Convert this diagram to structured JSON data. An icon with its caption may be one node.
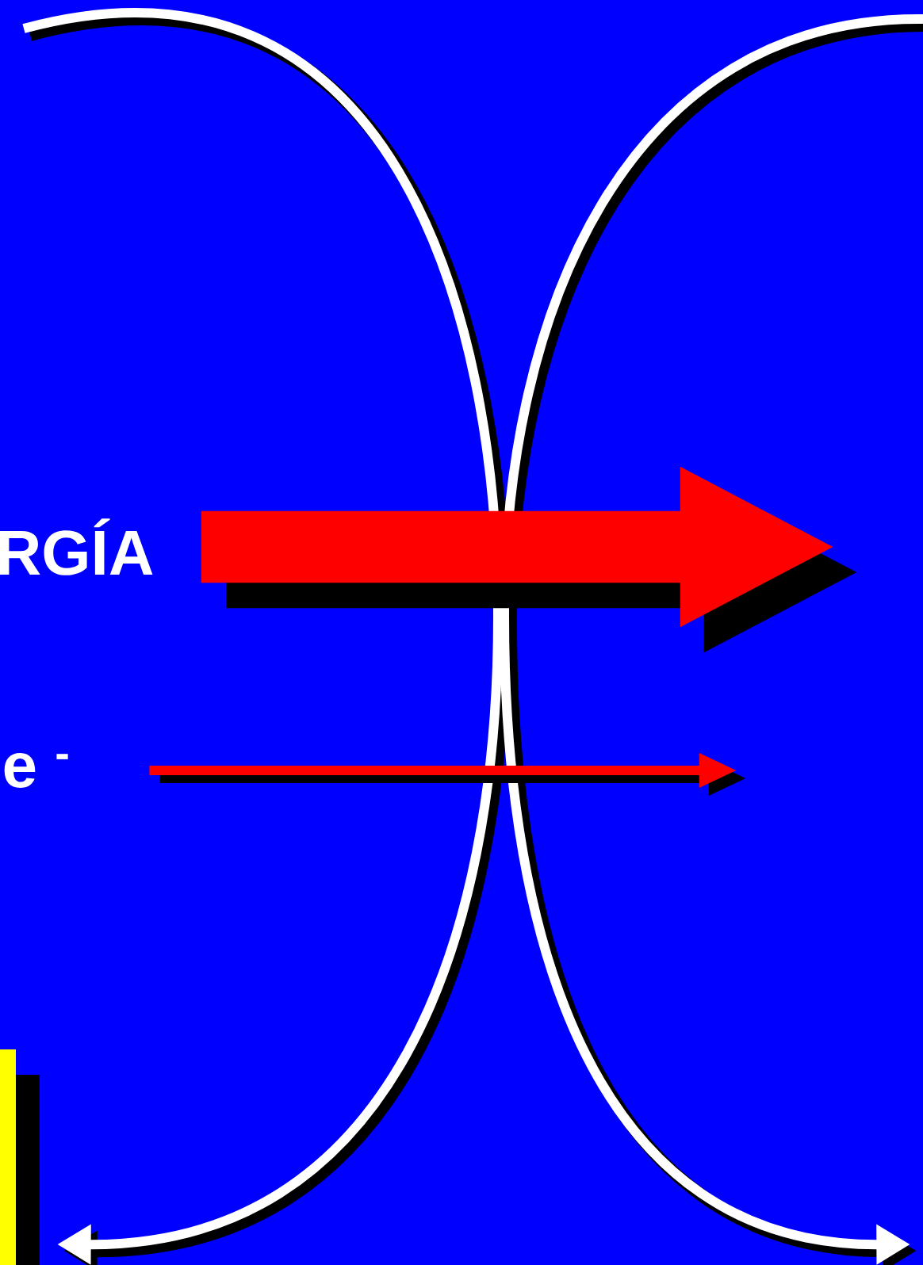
{
  "diagram": {
    "nodes": [
      {
        "text": [
          "RGÍA"
        ]
      },
      {
        "text": [
          "e $^{-}$"
        ]
      }
    ],
    "edges": [
      {
        "from": 0,
        "to": null,
        "arrow": "to",
        "style": "thick"
      },
      {
        "from": 1,
        "to": null,
        "arrow": "to"
      }
    ]
  }
}
